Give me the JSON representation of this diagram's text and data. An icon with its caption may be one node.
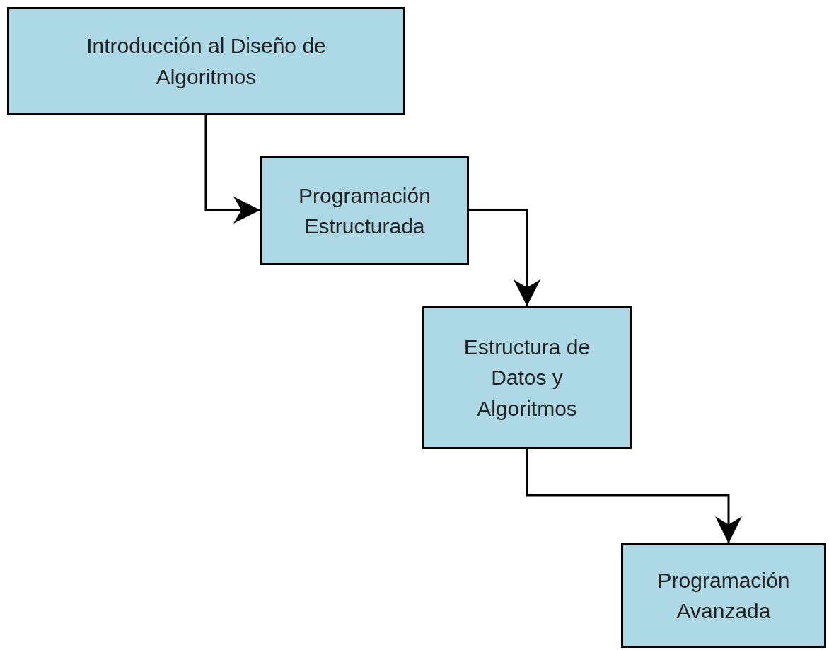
{
  "diagram": {
    "nodes": [
      {
        "text": [
          "Introducción al Diseño de Algoritmos"
        ]
      },
      {
        "text": [
          "Programación Estructurada"
        ]
      },
      {
        "text": [
          "Estructura de Datos y Algoritmos"
        ]
      },
      {
        "text": [
          "Programación Avanzada"
        ]
      }
    ],
    "edges": [
      {
        "from": 0,
        "to": 1,
        "arrow": "to"
      },
      {
        "from": 1,
        "to": 2,
        "arrow": "to"
      },
      {
        "from": 2,
        "to": 3,
        "arrow": "to"
      }
    ]
  }
}
